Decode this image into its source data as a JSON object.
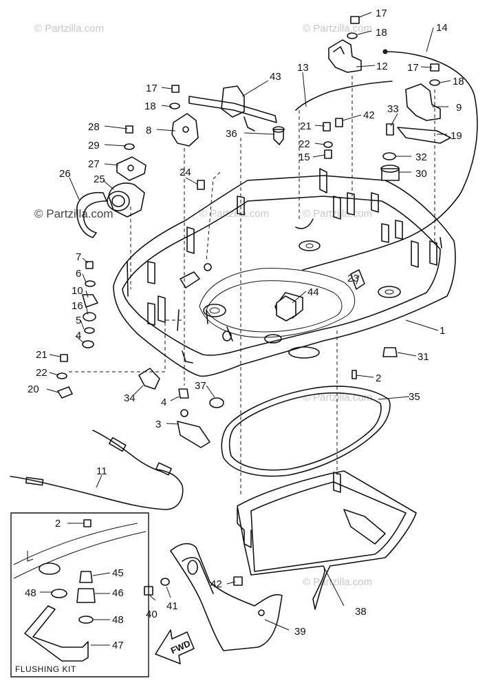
{
  "watermarks": {
    "top_left": "© Partzilla.com",
    "top_right": "© Partzilla.com",
    "mid_left": "© Partzilla.com",
    "mid_right": "© Partzilla.com",
    "lower_right": "© Partzilla.com",
    "bottom_right": "© Partzilla.com",
    "left_main": "© Partzilla.com"
  },
  "callouts": {
    "c1": "1",
    "c2a": "2",
    "c2b": "2",
    "c3": "3",
    "c4a": "4",
    "c4b": "4",
    "c5": "5",
    "c6": "6",
    "c7": "7",
    "c8": "8",
    "c9": "9",
    "c10": "10",
    "c11": "11",
    "c12": "12",
    "c13": "13",
    "c14": "14",
    "c15": "15",
    "c16": "16",
    "c17a": "17",
    "c17b": "17",
    "c17c": "17",
    "c18a": "18",
    "c18b": "18",
    "c18c": "18",
    "c19": "19",
    "c20": "20",
    "c21a": "21",
    "c21b": "21",
    "c22a": "22",
    "c22b": "22",
    "c23": "23",
    "c24": "24",
    "c25": "25",
    "c26": "26",
    "c27": "27",
    "c28": "28",
    "c29": "29",
    "c30": "30",
    "c31": "31",
    "c32": "32",
    "c33": "33",
    "c34": "34",
    "c35": "35",
    "c36": "36",
    "c37": "37",
    "c38": "38",
    "c39": "39",
    "c40": "40",
    "c41": "41",
    "c42a": "42",
    "c42b": "42",
    "c43": "43",
    "c44": "44",
    "c45": "45",
    "c46": "46",
    "c47": "47",
    "c48a": "48",
    "c48b": "48"
  },
  "inset": {
    "title": "FLUSHING KIT"
  },
  "direction_arrow": {
    "label": "FWD"
  }
}
